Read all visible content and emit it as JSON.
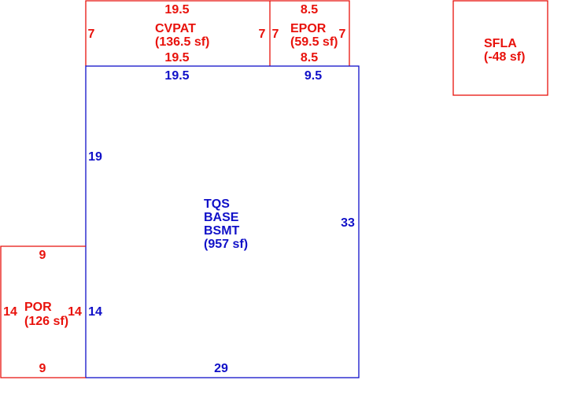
{
  "areas": {
    "cvpat": {
      "name": "CVPAT",
      "area": "(136.5 sf)",
      "dims": {
        "top": "19.5",
        "bottom": "19.5",
        "left": "7",
        "right": "7"
      },
      "color": "#e8120c"
    },
    "epor": {
      "name": "EPOR",
      "area": "(59.5 sf)",
      "dims": {
        "top": "8.5",
        "bottom": "8.5",
        "left": "7",
        "right": "7"
      },
      "color": "#e8120c"
    },
    "sfla": {
      "name": "SFLA",
      "area": "(-48 sf)",
      "color": "#e8120c"
    },
    "base": {
      "lines": [
        "TQS",
        "BASE",
        "BSMT"
      ],
      "area": "(957 sf)",
      "dims": {
        "top_left": "19.5",
        "top_right": "9.5",
        "left_upper": "19",
        "left_lower": "14",
        "right": "33",
        "bottom": "29"
      },
      "color": "#1010c8"
    },
    "por": {
      "name": "POR",
      "area": "(126 sf)",
      "dims": {
        "top": "9",
        "bottom": "9",
        "left": "14",
        "right": "14"
      },
      "color": "#e8120c"
    }
  }
}
